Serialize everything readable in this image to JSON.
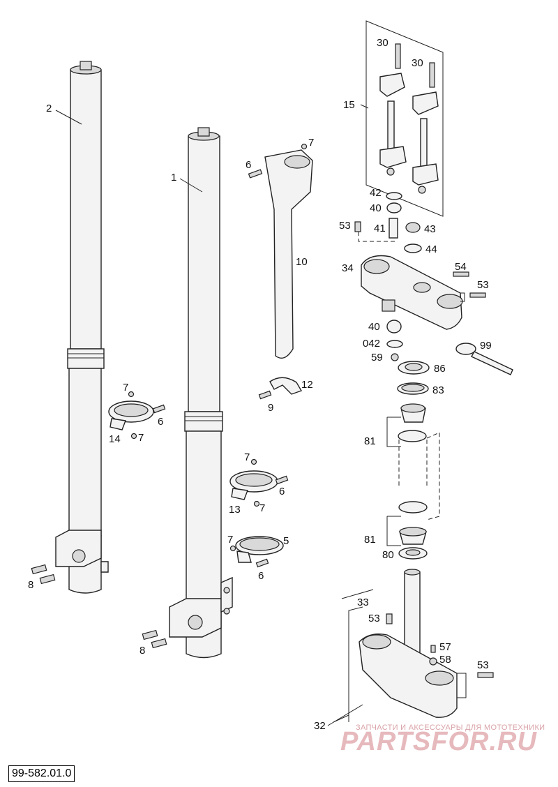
{
  "document_number": "99-582.01.0",
  "watermark": {
    "tagline": "ЗАПЧАСТИ И АКСЕССУАРЫ ДЛЯ МОТОТЕХНИКИ",
    "brand": "PARTSFOR.RU"
  },
  "callouts": {
    "c1": "1",
    "c2": "2",
    "c5": "5",
    "c6a": "6",
    "c6b": "6",
    "c6c": "6",
    "c6d": "6",
    "c7a": "7",
    "c7b": "7",
    "c7c": "7",
    "c7d": "7",
    "c7e": "7",
    "c7f": "7",
    "c8a": "8",
    "c8b": "8",
    "c9": "9",
    "c10": "10",
    "c12": "12",
    "c13": "13",
    "c14": "14",
    "c15": "15",
    "c30a": "30",
    "c30b": "30",
    "c32": "32",
    "c33": "33",
    "c34": "34",
    "c40a": "40",
    "c40b": "40",
    "c41": "41",
    "c42": "42",
    "c042": "042",
    "c43": "43",
    "c44": "44",
    "c53a": "53",
    "c53b": "53",
    "c53c": "53",
    "c53d": "53",
    "c54": "54",
    "c57": "57",
    "c58": "58",
    "c59": "59",
    "c80": "80",
    "c81a": "81",
    "c81b": "81",
    "c83": "83",
    "c86": "86",
    "c99": "99"
  }
}
